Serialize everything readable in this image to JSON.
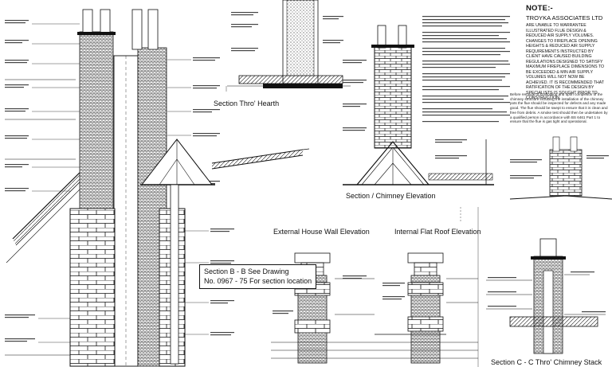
{
  "titles": {
    "hearth": "Section Thro' Hearth",
    "chimney_elevation": "Section / Chimney Elevation",
    "external_wall": "External House Wall Elevation",
    "internal_roof": "Internal Flat Roof Elevation",
    "section_cc": "Section C - C Thro' Chimney Stack"
  },
  "section_bb": {
    "line1": "Section B - B See Drawing",
    "line2": "No. 0967 - 75 For section location"
  },
  "note": {
    "heading": "NOTE:-",
    "company": "TROYKA ASSOCIATES LTD",
    "body": "ARE UNABLE TO WARRANTEE ILLUSTRATED FLUE DESIGN & REDUCED AIR SUPPLY VOLUMES. CHANGES TO FIREPLACE OPENING HEIGHTS & REDUCED AIR SUPPLY REQUIREMENTS INSTRUCTED BY CLIENT HAVE CAUSED BUILDING REGULATIONS DESIGNED TO SATISFY MAXIMUM FIREPLACE DIMENSIONS TO BE EXCEEDED & MIN AIR SUPPLY VOLUMES WILL NOT NOW BE ACHIEVED. IT IS RECOMMENDED THAT RATIFICATION OF THE DESIGN BY SPECIALISTS IS SOUGHT PRIOR TO CONSTRUCTION.",
    "para2": "Before removal of scaffolding and upon completion of the chimney structure including the installation of the chimney pots the flue should be inspected for defects and any made good. The flue should be swept to ensure that it is clean and free from debris. A smoke test should then be undertaken by a qualified person in accordance with BS 6461 Part 1 to ensure that the flue is gas tight and operational."
  },
  "colors": {
    "ink": "#111111",
    "hatch": "#555555",
    "paper": "#ffffff"
  }
}
